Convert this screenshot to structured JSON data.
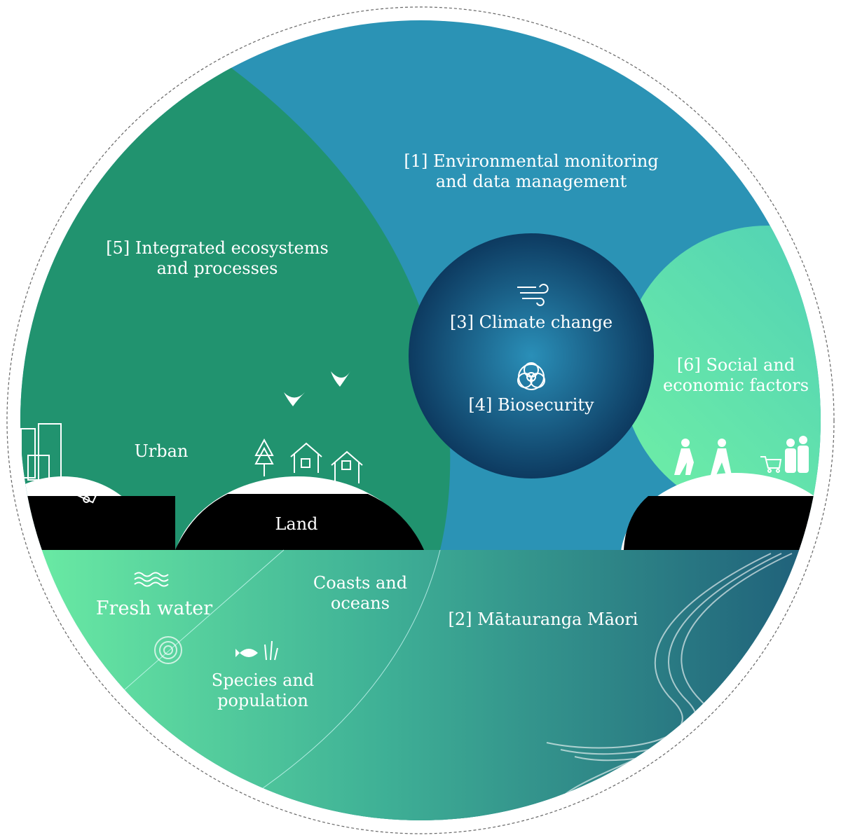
{
  "labels": {
    "env_line1": "[1] Environmental monitoring",
    "env_line2": "and data management",
    "eco_line1": "[5] Integrated ecosystems",
    "eco_line2": "and processes",
    "climate": "[3] Climate change",
    "biosecurity": "[4] Biosecurity",
    "social_line1": "[6] Social and",
    "social_line2": "economic factors",
    "urban": "Urban",
    "land": "Land",
    "fresh_water": "Fresh water",
    "coasts_line1": "Coasts and",
    "coasts_line2": "oceans",
    "species_line1": "Species and",
    "species_line2": "population",
    "maori": "[2] Mātauranga Māori"
  },
  "colors": {
    "blue": "#2b93b5",
    "green": "#21936f",
    "light_green": "#6ef0a5",
    "dark_teal": "#1d5a78",
    "navy": "#0d3a60"
  }
}
